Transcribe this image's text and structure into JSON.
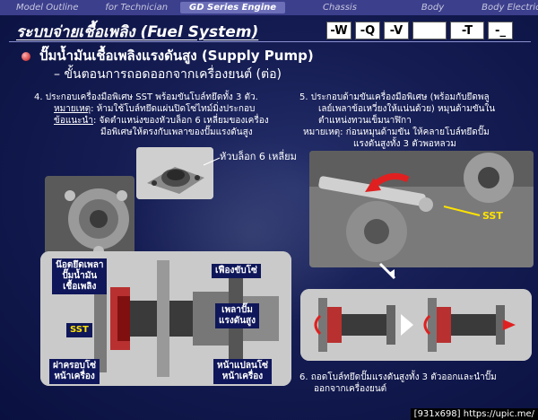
{
  "nav": {
    "tabs": [
      "Model Outline",
      "for Technician",
      "GD Series Engine",
      "Chassis",
      "Body",
      "Body Electrical"
    ]
  },
  "header": {
    "title": "ระบบจ่ายเชื้อเพลิง (Fuel System)",
    "codes": [
      "-W",
      "-Q",
      "-V",
      "",
      "-T",
      "-_"
    ]
  },
  "section": {
    "subtitle": "ปั๊มน้ำมันเชื้อเพลิงแรงดันสูง (Supply Pump)",
    "subsubtitle": "– ขั้นตอนการถอดออกจากเครื่องยนต์ (ต่อ)"
  },
  "step4": {
    "line1": "4. ประกอบเครื่องมือพิเศษ SST พร้อมขันโบล์ทยึดทั้ง 3 ตัว.",
    "note_label": "หมายเหตุ",
    "note_text": ": ห้ามใช้โบล์ทยึดแผ่นปิดโซ่ไทม์มิ่งประกอบ",
    "tip_label": "ข้อแนะนำ",
    "tip_text": ": จัดตำแหน่งของหัวบล็อก 6 เหลี่ยมของเครื่อง",
    "tip_text2": "มือพิเศษให้ตรงกับเพลาของปั๊มแรงดันสูง",
    "hex_label": "หัวบล็อก 6 เหลี่ยม"
  },
  "step5": {
    "line1": "5. ประกอบด้ามขันเครื่องมือพิเศษ (พร้อมกับยึดพลู",
    "line2": "เลย์เพลาข้อเหวี่ยงให้แน่นด้วย) หมุนด้ามขันใน",
    "line3": "ตำแหน่งทวนเข็มนาฬิกา",
    "note": "หมายเหตุ: ก่อนหมุนด้ามขัน ให้คลายโบล์ทยึดปั๊ม",
    "note2": "แรงดันสูงทั้ง 3 ตัวพอหลวม",
    "sst_label": "SST"
  },
  "step6": {
    "line1": "6. ถอดโบล์ทยึดปั๊มแรงดันสูงทั้ง 3 ตัวออกและนำปั๊ม",
    "line2": "ออกจากเครื่องยนต์"
  },
  "diagram": {
    "nut_label": "น๊อตยึดเพลา\nปั๊มน้ำมัน\nเชื้อเพลิง",
    "sprocket_label": "เฟืองขับโซ่",
    "sst_label": "SST",
    "pump_shaft_label": "เพลาปั๊ม\nแรงดันสูง",
    "cover_label": "ฝาครอบโซ่\nหน้าเครื่อง",
    "flange_label": "หน้าแปลนโซ่\nหน้าเครื่อง"
  },
  "footer": "[931x698] https://upic.me/",
  "colors": {
    "nav_bg": "#3c3f8c",
    "accent_yellow": "#ffe300",
    "bg": "#141c52"
  }
}
